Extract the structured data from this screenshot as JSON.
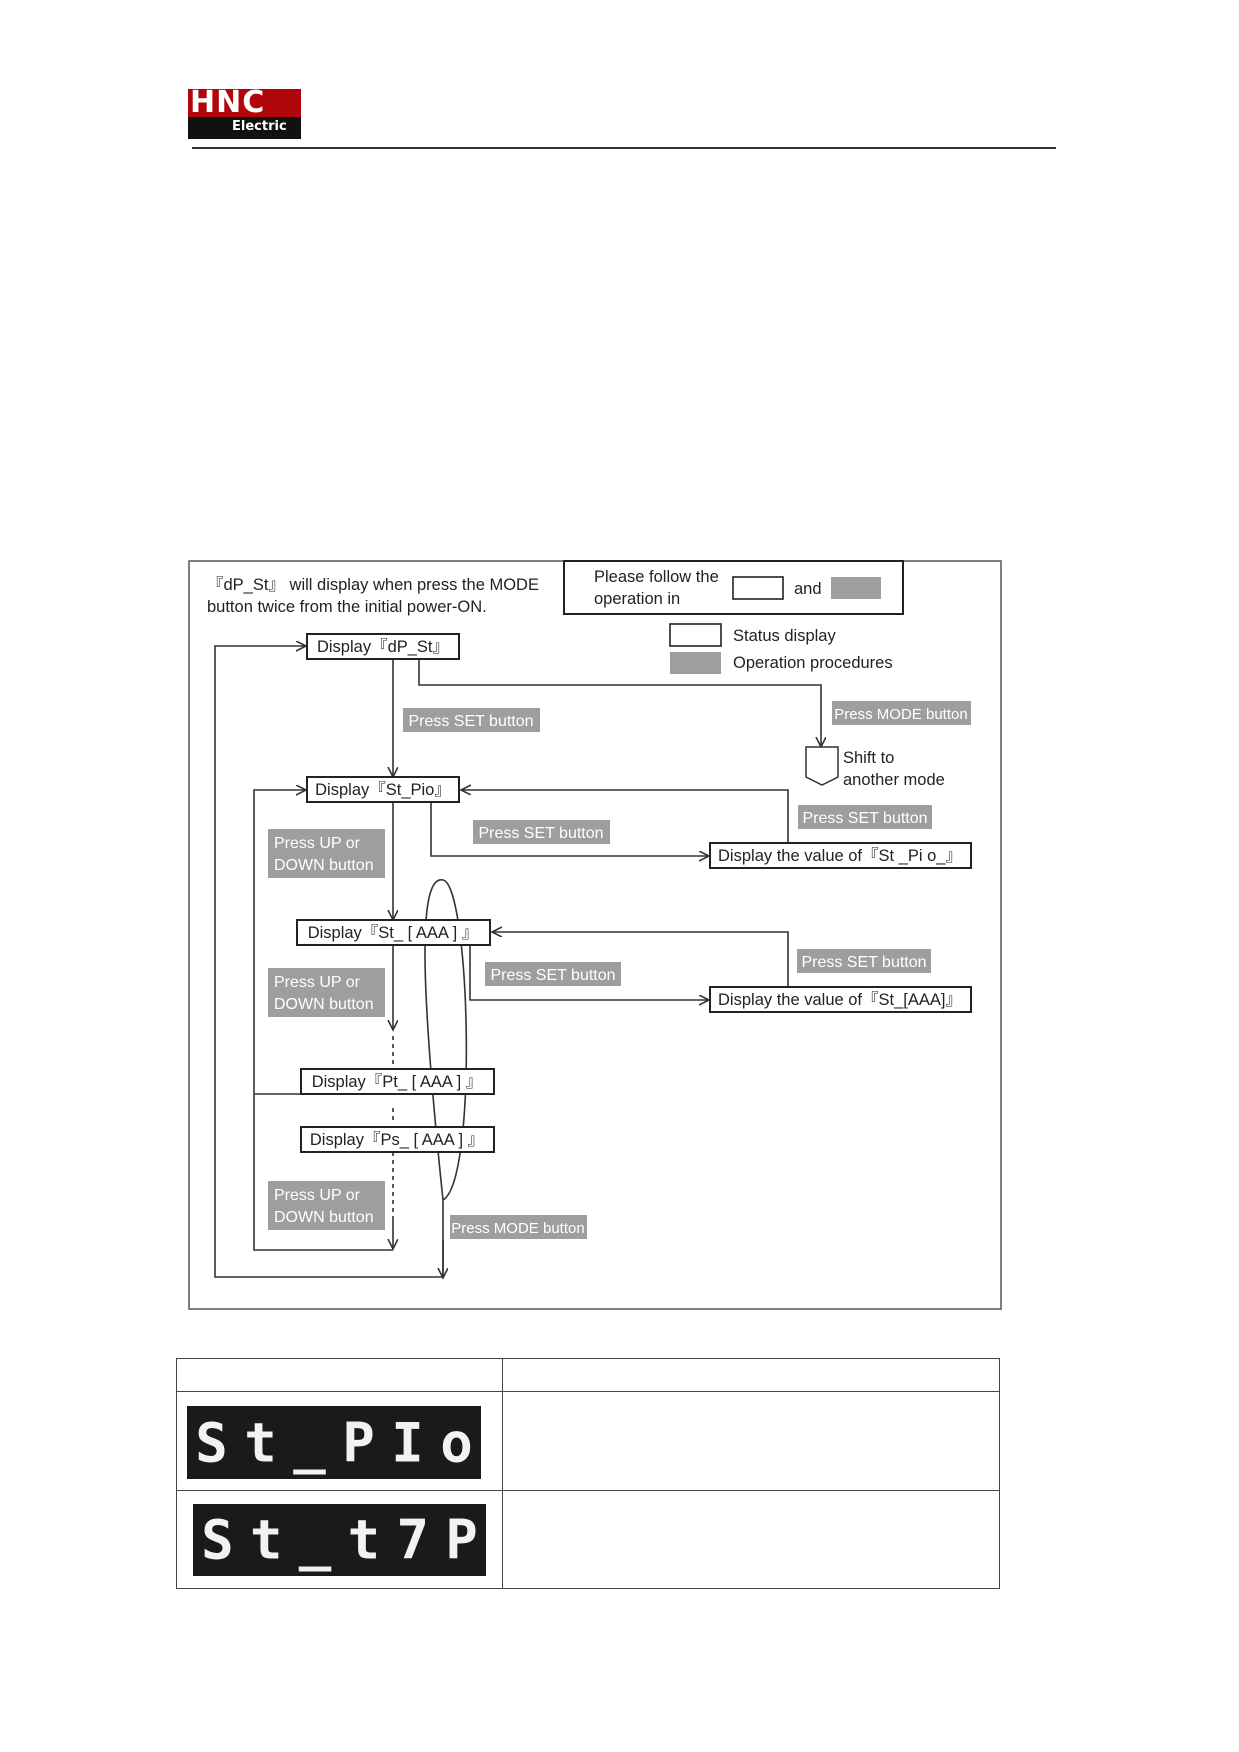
{
  "header": {
    "brand_main": "HNC",
    "brand_sub": "Electric"
  },
  "diagram": {
    "intro": [
      "『dP_St』 will display when press the MODE",
      "button twice from the initial power-ON."
    ],
    "legend_box": {
      "line1": "Please follow the",
      "line2": "operation in",
      "and": "and"
    },
    "legend": {
      "status_display": "Status display",
      "operation_procedures": "Operation procedures"
    },
    "states": {
      "dp_st": "Display『dP_St』",
      "st_pio": "Display『St_Pio』",
      "st_aaa": "Display『St_ [ AAA ] 』",
      "pt_aaa": "Display『Pt_ [ AAA ] 』",
      "ps_aaa": "Display『Ps_ [ AAA ] 』",
      "value_st_pio": "Display the value of『St _Pi o_』",
      "value_st_aaa": "Display the value of『St_[AAA]』"
    },
    "shift": [
      "Shift to",
      "another mode"
    ],
    "ops": {
      "press_set_1": "Press SET button",
      "press_mode_1": "Press MODE button",
      "press_set_2": "Press SET button",
      "press_set_3": "Press SET button",
      "press_set_4": "Press SET button",
      "press_set_5": "Press SET button",
      "press_updown_1": [
        "Press UP or",
        "DOWN button"
      ],
      "press_updown_2": [
        "Press UP or",
        "DOWN button"
      ],
      "press_updown_3": [
        "Press UP or",
        "DOWN button"
      ],
      "press_mode_2": "Press MODE button"
    }
  },
  "table": {
    "rows": [
      {
        "display_chars": [
          "S",
          "t",
          "_",
          "P",
          "I",
          "o"
        ]
      },
      {
        "display_chars": [
          "S",
          "t",
          "_",
          "t",
          "7",
          "P"
        ]
      }
    ]
  },
  "colors": {
    "op_fill": "#9e9e9e",
    "op_text": "#ffffff",
    "line": "#333333",
    "panel": "#1a1a1a"
  }
}
